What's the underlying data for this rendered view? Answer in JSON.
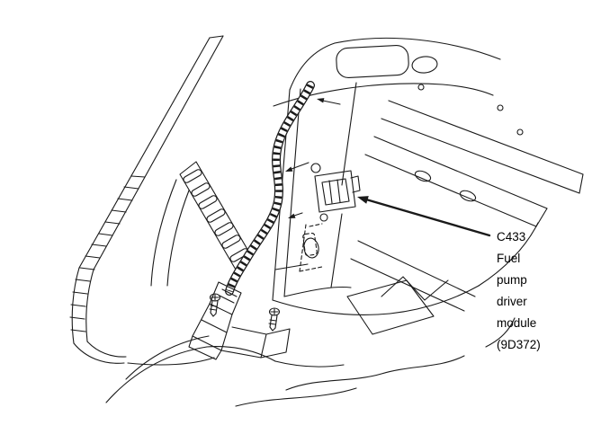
{
  "callout": {
    "lines": [
      "C433",
      "Fuel",
      "pump",
      "driver",
      "module",
      "(9D372)"
    ]
  },
  "colors": {
    "line": "#1a1a1a",
    "background": "#ffffff"
  }
}
